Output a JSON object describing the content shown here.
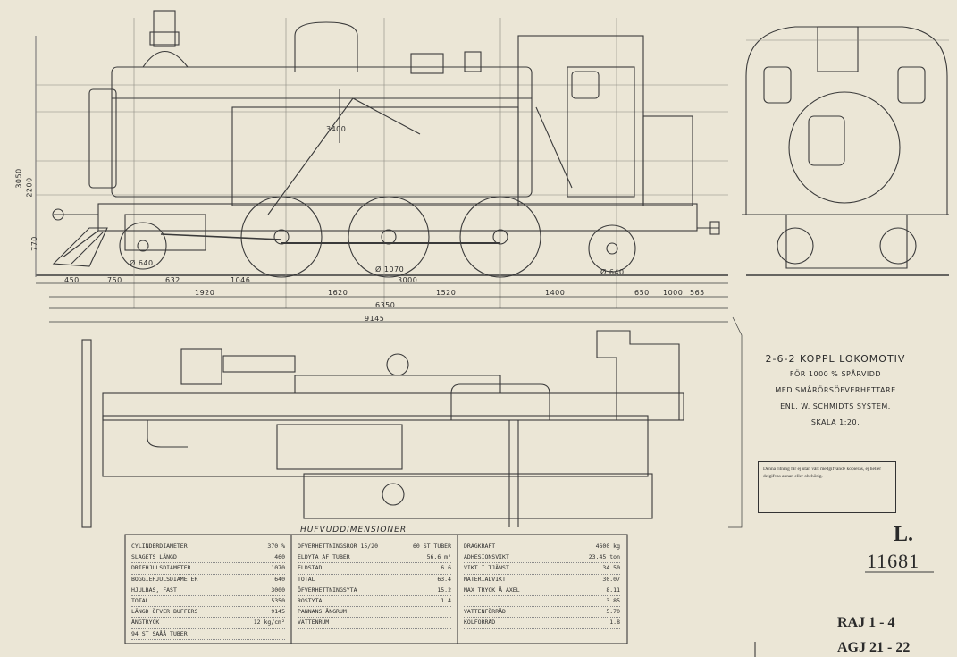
{
  "drawing": {
    "title_lines": [
      "2-6-2 KOPPL LOKOMOTIV",
      "FÖR 1000 % SPÅRVIDD",
      "MED SMÅRÖRSÖFVERHETTARE",
      "ENL. W. SCHMIDTS SYSTEM."
    ],
    "scale": "SKALA 1:20.",
    "drawing_number": "11681",
    "sheet_letter": "L.",
    "railway_codes": [
      "RAJ 1 - 4",
      "AGJ 21 - 22"
    ],
    "table_heading": "HUFVUDDIMENSIONER",
    "dimension_labels_side": [
      "450",
      "750",
      "632",
      "1046",
      "3400",
      "1620",
      "1520",
      "1400",
      "1920",
      "3000",
      "6350",
      "9145",
      "650",
      "1000",
      "565"
    ],
    "wheel_labels": [
      "Ø 640",
      "Ø 1070",
      "Ø 640"
    ],
    "height_labels": [
      "3050",
      "2200",
      "770"
    ]
  },
  "table": {
    "col1": [
      [
        "CYLINDERDIAMETER",
        "370 %"
      ],
      [
        "SLAGETS LÄNGD",
        "460"
      ],
      [
        "DRIFHJULSDIAMETER",
        "1070"
      ],
      [
        "BOGGIEHJULSDIAMETER",
        "640"
      ],
      [
        "HJULBAS, FAST",
        "3000"
      ],
      [
        "TOTAL",
        "5350"
      ],
      [
        "LÄNGD ÖFVER BUFFERS",
        "9145"
      ],
      [
        "ÅNGTRYCK",
        "12 kg/cm²"
      ],
      [
        "94 ST SAÅÅ TUBER",
        ""
      ]
    ],
    "col2": [
      [
        "ÖFVERHETTNINGSRÖR 15/20",
        "60 ST TUBER"
      ],
      [
        "ELDYTA AF TUBER",
        "56.6 m²"
      ],
      [
        "ELDSTAD",
        "6.6"
      ],
      [
        "TOTAL",
        "63.4"
      ],
      [
        "ÖFVERHETTNINGSYTA",
        "15.2"
      ],
      [
        "ROSTYTA",
        "1.4"
      ],
      [
        "PANNANS ÅNGRUM",
        ""
      ],
      [
        "VATTENRUM",
        ""
      ]
    ],
    "col3": [
      [
        "DRAGKRAFT",
        "4600 kg"
      ],
      [
        "ADHESIONSVIKT",
        "23.45 ton"
      ],
      [
        "VIKT I TJÄNST",
        "34.50"
      ],
      [
        "MATERIALVIKT",
        "30.07"
      ],
      [
        "MAX TRYCK Å AXEL",
        "8.11"
      ],
      [
        "",
        "3.85"
      ],
      [
        "VATTENFÖRRÅD",
        "5.70"
      ],
      [
        "KOLFÖRRÅD",
        "1.8"
      ]
    ]
  },
  "note_text": "Denna ritning får ej utan vårt medgifvande kopieras, ej heller delgifvas annan eller obehörig.",
  "colors": {
    "paper": "#ebe6d6",
    "ink": "#2b2b2b",
    "faint": "#8c8a80"
  }
}
